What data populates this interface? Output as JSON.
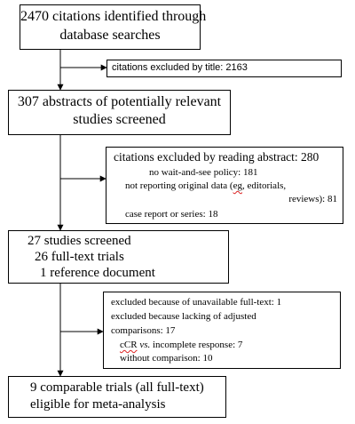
{
  "flowchart": {
    "box1": {
      "line1": "2470 citations identified through",
      "line2": "database searches"
    },
    "excl1": {
      "text": "citations excluded by title: 2163"
    },
    "box2": {
      "line1": "307 abstracts of potentially relevant",
      "line2": "studies screened"
    },
    "excl2": {
      "title": "citations excluded by reading abstract: 280",
      "line1": "no wait-and-see policy: 181",
      "line2a": "not reporting original data (",
      "line2b": "eg",
      "line2c": ", editorials,",
      "line3": "reviews): 81",
      "line4": "case report or series: 18"
    },
    "box3": {
      "line1": "27 studies screened",
      "line2": "26 full-text trials",
      "line3": "1 reference document"
    },
    "excl3": {
      "line1": "excluded because of unavailable full-text: 1",
      "line2": "excluded because lacking of adjusted",
      "line3": "comparisons: 17",
      "line4a": "cCR",
      "line4b": "vs.",
      "line4c": "incomplete response: 7",
      "line5": "without comparison: 10"
    },
    "box4": {
      "line1": "9 comparable trials (all full-text)",
      "line2": "eligible for meta-analysis"
    }
  }
}
